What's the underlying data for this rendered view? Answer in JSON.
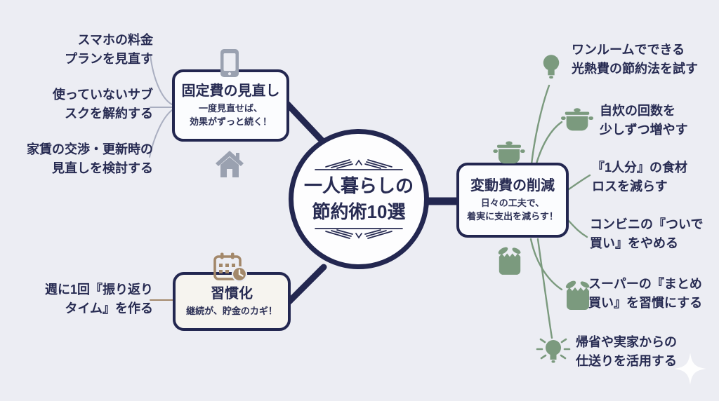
{
  "colors": {
    "background": "#ecedf3",
    "navy": "#232750",
    "text_navy": "#272b52",
    "green": "#7b9a7e",
    "gray": "#9aa1b0",
    "tan": "#a3886a",
    "habit_box_fill": "#f6f4ef",
    "box_fill": "#fbfcfe"
  },
  "center": {
    "title": "一人暮らしの\n節約術10選",
    "ornament": "chevron-flourish"
  },
  "fixed_branch": {
    "title": "固定費の見直し",
    "subtitle": "一度見直せば、\n効果がずっと続く！",
    "badge_top_icon": "smartphone-icon",
    "badge_bottom_icon": "house-icon",
    "items": [
      "スマホの料金\nプランを見直す",
      "使っていないサブ\nスクを解約する",
      "家賃の交渉・更新時の\n見直しを検討する"
    ]
  },
  "habit_branch": {
    "title": "習慣化",
    "subtitle": "継続が、貯金のカギ！",
    "badge_icon": "calendar-clock-icon",
    "items": [
      "週に1回『振り返り\nタイム』を作る"
    ]
  },
  "variable_branch": {
    "title": "変動費の削減",
    "subtitle": "日々の工夫で、\n着実に支出を減らす！",
    "badge_top_icon": "cooking-pot-icon",
    "badge_bottom_icon": "grocery-bag-icon",
    "items": [
      "ワンルームでできる\n光熱費の節約法を試す",
      "自炊の回数を\n少しずつ増やす",
      "『1人分』の食材\nロスを減らす",
      "コンビニの『ついで\n買い』をやめる",
      "スーパーの『まとめ\n買い』を習慣にする",
      "帰省や実家からの\n仕送りを活用する"
    ],
    "item_icons": [
      "lightbulb-icon",
      "cooking-pot-icon",
      null,
      null,
      "grocery-bag-icon",
      "glowing-bulb-icon"
    ]
  },
  "decoration": {
    "bottom_right": "sparkle-icon"
  }
}
